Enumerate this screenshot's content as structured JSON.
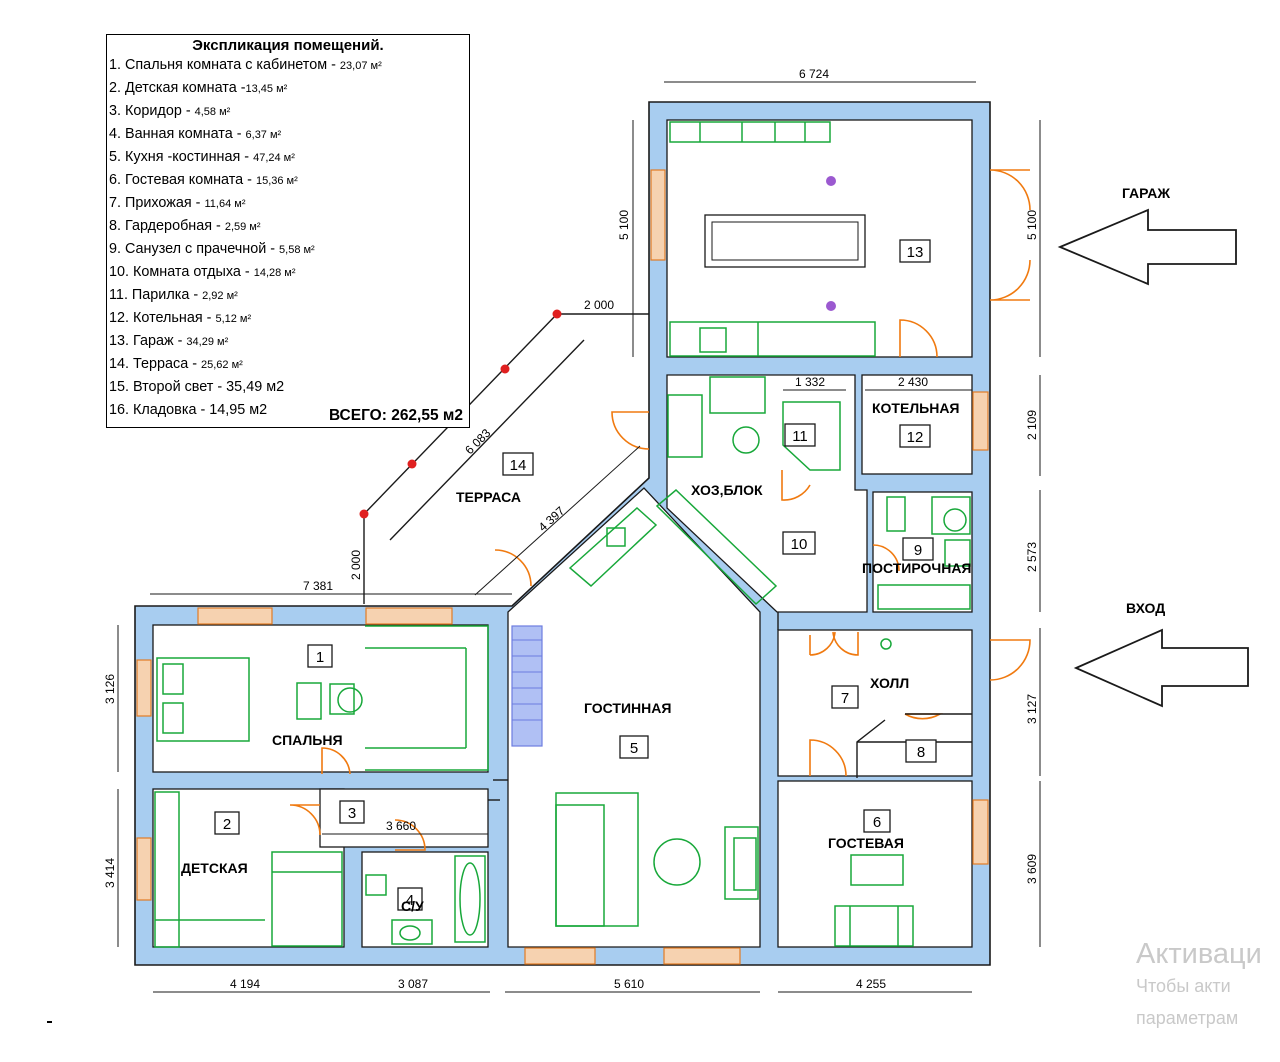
{
  "legend": {
    "title": "Экспликация помещений.",
    "items": [
      {
        "text": "1. Спальня комната с кабинетом - ",
        "area": "23,07 м²"
      },
      {
        "text": "2. Детская комната -",
        "area": "13,45 м²"
      },
      {
        "text": "3. Коридор - ",
        "area": "4,58 м²"
      },
      {
        "text": "4. Ванная комната - ",
        "area": "6,37 м²"
      },
      {
        "text": "5. Кухня -костинная - ",
        "area": "47,24 м²"
      },
      {
        "text": "6. Гостевая комната - ",
        "area": "15,36 м²"
      },
      {
        "text": "7. Прихожая - ",
        "area": "11,64 м²"
      },
      {
        "text": "8. Гардеробная - ",
        "area": "2,59 м²"
      },
      {
        "text": "9. Санузел с прачечной - ",
        "area": "5,58 м²"
      },
      {
        "text": "10. Комната отдыха - ",
        "area": "14,28 м²"
      },
      {
        "text": "11. Парилка - ",
        "area": "2,92 м²"
      },
      {
        "text": "12. Котельная - ",
        "area": "5,12 м²"
      },
      {
        "text": "13. Гараж - ",
        "area": "34,29 м²"
      },
      {
        "text": "14. Терраса - ",
        "area": "25,62 м²"
      },
      {
        "text": "15. Второй свет - 35,49 м2",
        "area": ""
      },
      {
        "text": "16. Кладовка - 14,95 м2",
        "area": ""
      }
    ],
    "total": "ВСЕГО: 262,55 м2"
  },
  "labels": {
    "garage": "ГАРАЖ",
    "entrance": "ВХОД",
    "terrace": "ТЕРРАСА",
    "utility": "ХОЗ,БЛОК",
    "boiler": "КОТЕЛЬНАЯ",
    "laundry": "ПОСТИРОЧНАЯ",
    "living": "ГОСТИННАЯ",
    "bedroom": "СПАЛЬНЯ",
    "kids": "ДЕТСКАЯ",
    "wc": "С/У",
    "hall": "ХОЛЛ",
    "guest": "ГОСТЕВАЯ"
  },
  "room_numbers": [
    "1",
    "2",
    "3",
    "4",
    "5",
    "6",
    "7",
    "8",
    "9",
    "10",
    "11",
    "12",
    "13",
    "14"
  ],
  "dimensions": {
    "top_width": "6 724",
    "garage_h_left": "5 100",
    "garage_h_right": "5 100",
    "terrace_top": "2 000",
    "terrace_diag": "6 083",
    "terrace_diag2": "4 397",
    "terrace_left": "2 000",
    "terrace_bottom": "7 381",
    "sauna_w": "1 332",
    "boiler_w": "2 430",
    "right_2109": "2 109",
    "right_2573": "2 573",
    "right_3127": "3 127",
    "right_3609": "3 609",
    "left_3126": "3 126",
    "left_3414": "3 414",
    "corridor": "3 660",
    "bottom_1": "4 194",
    "bottom_2": "3 087",
    "bottom_3": "5 610",
    "bottom_4": "4 255"
  },
  "watermark": {
    "line1": "Активаци",
    "line2": "Чтобы акти",
    "line3": "параметрам"
  },
  "colors": {
    "wall": "#a8cdf0",
    "line": "#1a1a1a",
    "furniture": "#18a83a",
    "door": "#f07a10",
    "window": "#f4a460",
    "radiator": "#7080e0"
  }
}
